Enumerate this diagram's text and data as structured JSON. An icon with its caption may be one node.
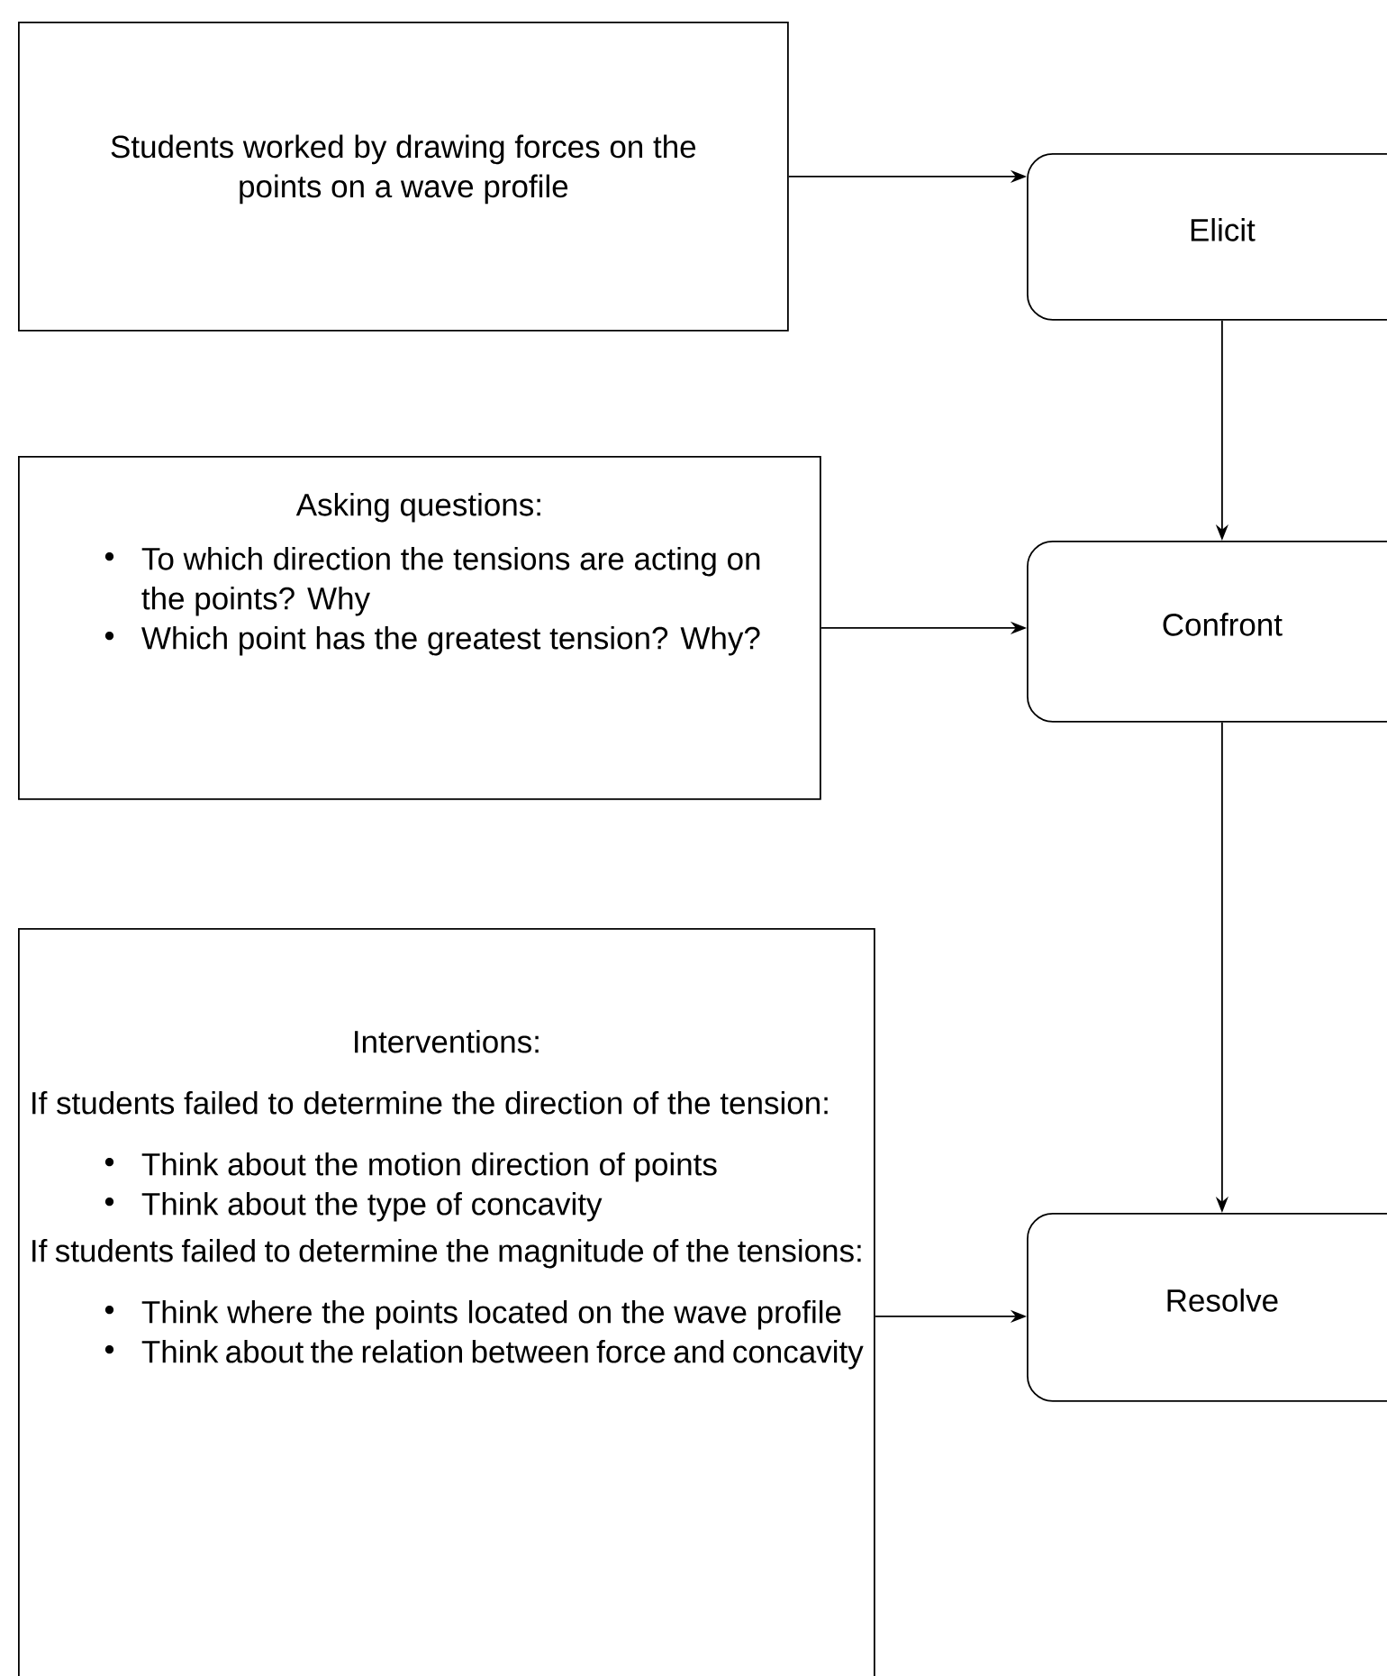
{
  "diagram": {
    "nodes": [
      {
        "text": [
          "Students worked by drawing forces on the points on a wave profile"
        ]
      },
      {
        "text": [
          "Elicit"
        ]
      },
      {
        "text": [
          "Asking questions:",
          "To which direction the tensions are acting on the points? Why",
          "Which point has the greatest tension? Why?"
        ]
      },
      {
        "text": [
          "Confront"
        ]
      },
      {
        "text": [
          "Interventions:",
          "If students failed to determine the direction of the tension:",
          "Think about the motion direction of points",
          "Think about the type of concavity",
          "If students failed to determine the magnitude of the tensions:",
          "Think where the points located on the wave profile",
          "Think about the relation between force and concavity"
        ]
      },
      {
        "text": [
          "Resolve"
        ]
      }
    ],
    "edges": [
      {
        "from": 0,
        "to": 1,
        "arrow": "to"
      },
      {
        "from": 1,
        "to": 3,
        "arrow": "to"
      },
      {
        "from": 2,
        "to": 3,
        "arrow": "to"
      },
      {
        "from": 3,
        "to": 5,
        "arrow": "to"
      },
      {
        "from": 4,
        "to": 5,
        "arrow": "to"
      }
    ]
  }
}
